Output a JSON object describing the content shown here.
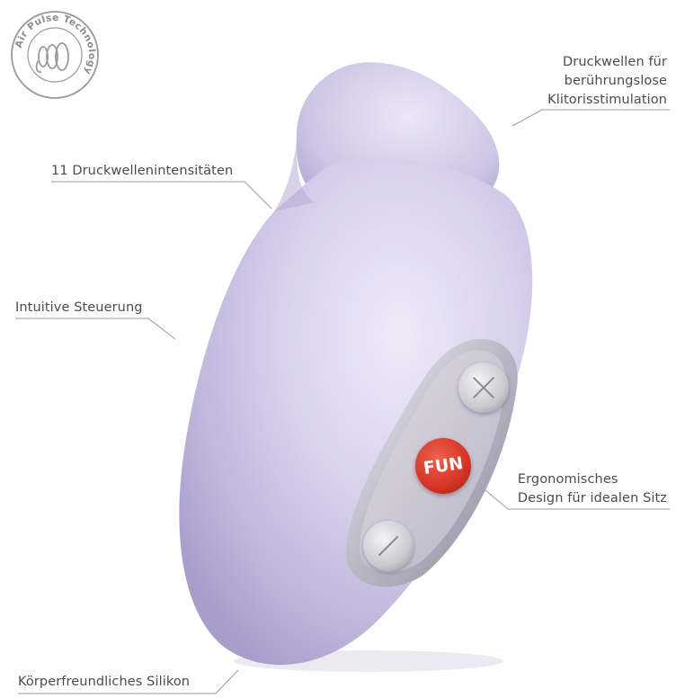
{
  "badge": {
    "ring_text": "Air Pulse Technology"
  },
  "labels": {
    "pressure_waves": [
      "Druckwellen für",
      "berührungslose",
      "Klitorisstimulation"
    ],
    "intensities": "11 Druckwellenintensitäten",
    "controls": "Intuitive Steuerung",
    "ergonomic": [
      "Ergonomisches",
      "Design für idealen Sitz"
    ],
    "silicone": "Körperfreundliches Silikon"
  },
  "device": {
    "brand_mark": "FUN",
    "plus_symbol": "+",
    "minus_symbol": "−"
  },
  "colors": {
    "device_body": "#cfc8e6",
    "device_shadow": "#a89fc8",
    "fun_button": "#d9362a",
    "metal": "#c8c8cc",
    "text": "#4b4b4b",
    "leader_line": "#9a9a9a"
  }
}
